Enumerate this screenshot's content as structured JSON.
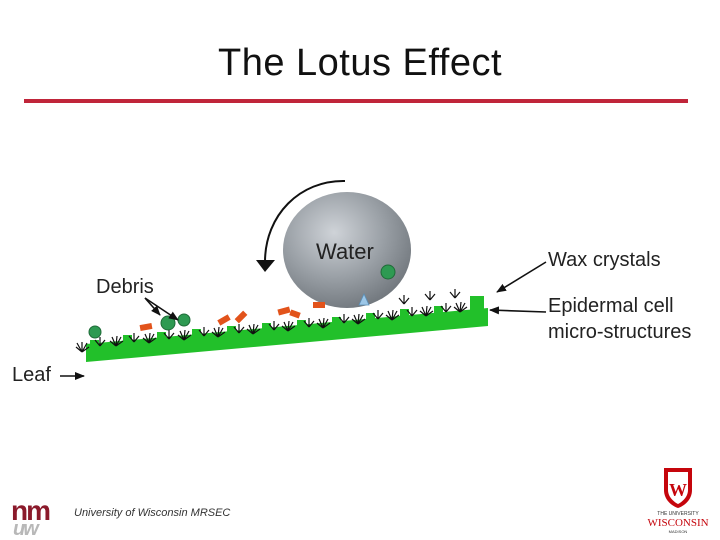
{
  "slide": {
    "title": "The Lotus Effect"
  },
  "diagram": {
    "labels": {
      "water": "Water",
      "wax_crystals": "Wax crystals",
      "debris": "Debris",
      "epidermal_line1": "Epidermal cell",
      "epidermal_line2": "micro-structures",
      "leaf": "Leaf"
    },
    "colors": {
      "leaf_green": "#22c02a",
      "water_gray": "#9aa0a6",
      "debris_green": "#2e9a52",
      "debris_orange": "#e2531b",
      "accent_red": "#c0253a"
    }
  },
  "footer": {
    "institution": "University of Wisconsin MRSEC",
    "uw_small_top": "THE UNIVERSITY",
    "uw_wordmark": "WISCONSIN",
    "uw_small_bottom": "MADISON",
    "uw_crest_letter": "W"
  }
}
